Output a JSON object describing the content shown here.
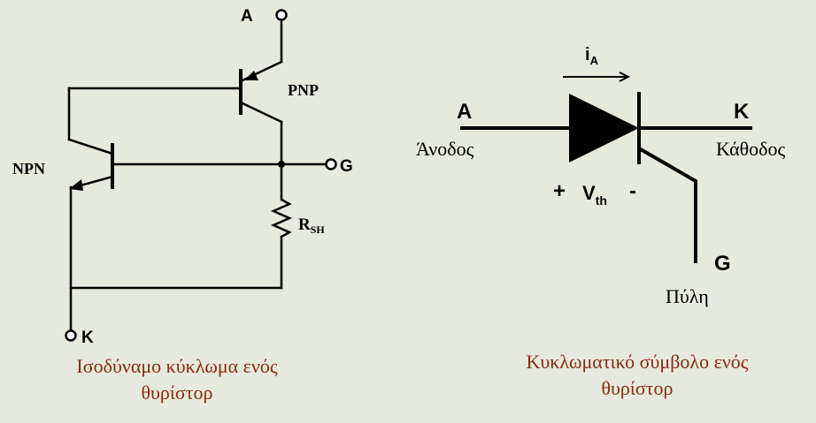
{
  "colors": {
    "background": "#e6eadc",
    "wire": "#000000",
    "caption": "#8b2a10"
  },
  "left_diagram": {
    "anode_label": "A",
    "pnp_label": "PNP",
    "npn_label": "NPN",
    "gate_label": "G",
    "resistor_label": "R",
    "resistor_sub": "SH",
    "cathode_label": "K",
    "caption_line1": "Ισοδύναμο κύκλωμα ενός",
    "caption_line2": "θυρίστορ"
  },
  "right_diagram": {
    "current_label": "i",
    "current_sub": "A",
    "anode_label": "A",
    "anode_name": "Άνοδος",
    "cathode_label": "K",
    "cathode_name": "Κάθοδος",
    "plus_sign": "+",
    "vth_label": "V",
    "vth_sub": "th",
    "minus_sign": "-",
    "gate_label": "G",
    "gate_name": "Πύλη",
    "caption_line1": "Κυκλωματικό σύμβολο ενός",
    "caption_line2": "θυρίστορ"
  }
}
